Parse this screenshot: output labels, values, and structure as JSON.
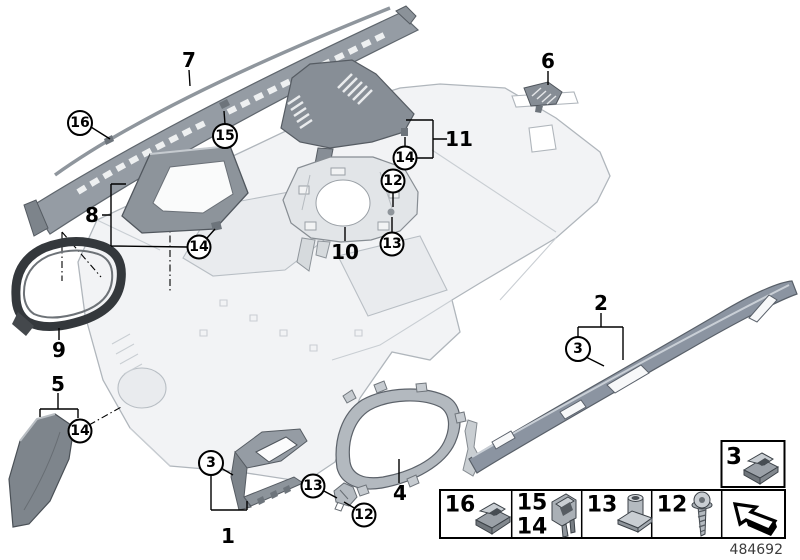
{
  "colors": {
    "accent_black": "#000000",
    "part_dark_gray": "#878e96",
    "part_medium_gray": "#959ca4",
    "part_blue_gray": "#8b94a1",
    "body_light_gray": "#f2f3f5",
    "body_outline_gray": "#b0b6bc",
    "seal_black": "#34383c",
    "metal_light": "#c9ced3",
    "doc_number_gray": "#3c3c3c"
  },
  "callouts": {
    "plain": {
      "p1": "1",
      "p2": "2",
      "p4": "4",
      "p5": "5",
      "p6": "6",
      "p7": "7",
      "p8": "8",
      "p9": "9",
      "p10": "10",
      "p11": "11"
    },
    "circled": {
      "c16": "16",
      "c15": "15",
      "c14_top": "14",
      "c14_mid": "14",
      "c14_left": "14",
      "c12_center": "12",
      "c13_center": "13",
      "c12_bottom": "12",
      "c13_bottom": "13",
      "c3_left": "3",
      "c3_right": "3"
    }
  },
  "legend": {
    "box_callout": "3",
    "cells": {
      "cell1": "16",
      "cell2_top": "15",
      "cell2_bottom": "14",
      "cell3": "13",
      "cell4": "12"
    },
    "icons": {
      "box": "clamp-clip-icon",
      "cell1": "clamp-clip-icon",
      "cell2": "spring-clip-icon",
      "cell3": "cage-nut-icon",
      "cell4": "screw-icon",
      "cell5": "page-arrow-icon"
    }
  },
  "footer": {
    "drawing_number": "484692"
  }
}
